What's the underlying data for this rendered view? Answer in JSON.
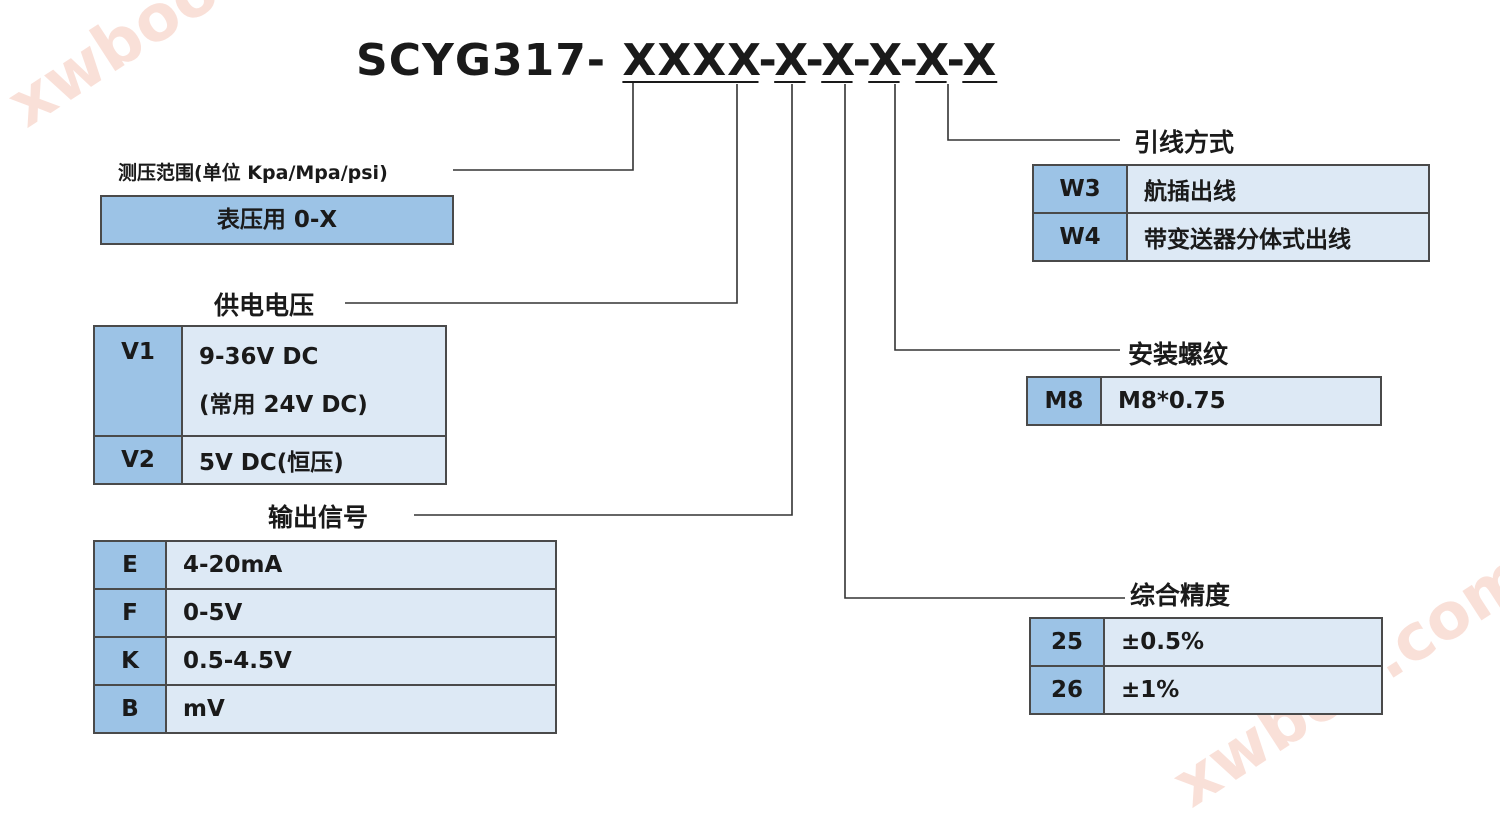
{
  "model": {
    "prefix": "SCYG317- ",
    "range_code": "XXXX",
    "sep": "-",
    "voltage_code": "X",
    "output_code": "X",
    "accuracy_code": "X",
    "thread_code": "X",
    "wiring_code": "X"
  },
  "watermark": "xwboo.com",
  "range": {
    "title": "测压范围(单位 Kpa/Mpa/psi)",
    "value": "表压用 0-X"
  },
  "voltage": {
    "title": "供电电压",
    "rows": [
      {
        "code": "V1",
        "line1": "9-36V DC",
        "line2": "(常用 24V DC)"
      },
      {
        "code": "V2",
        "line1": "5V DC(恒压)"
      }
    ]
  },
  "output": {
    "title": "输出信号",
    "rows": [
      {
        "code": "E",
        "desc": "4-20mA"
      },
      {
        "code": "F",
        "desc": "0-5V"
      },
      {
        "code": "K",
        "desc": "0.5-4.5V"
      },
      {
        "code": "B",
        "desc": "mV"
      }
    ]
  },
  "wiring": {
    "title": "引线方式",
    "rows": [
      {
        "code": "W3",
        "desc": "航插出线"
      },
      {
        "code": "W4",
        "desc": "带变送器分体式出线"
      }
    ]
  },
  "thread": {
    "title": "安装螺纹",
    "rows": [
      {
        "code": "M8",
        "desc": "M8*0.75"
      }
    ]
  },
  "accuracy": {
    "title": "综合精度",
    "rows": [
      {
        "code": "25",
        "desc": "±0.5%"
      },
      {
        "code": "26",
        "desc": "±1%"
      }
    ]
  },
  "colors": {
    "code_cell": "#9cc3e6",
    "desc_cell": "#dde9f5",
    "line": "#333333",
    "watermark": "#f8d6cc"
  }
}
